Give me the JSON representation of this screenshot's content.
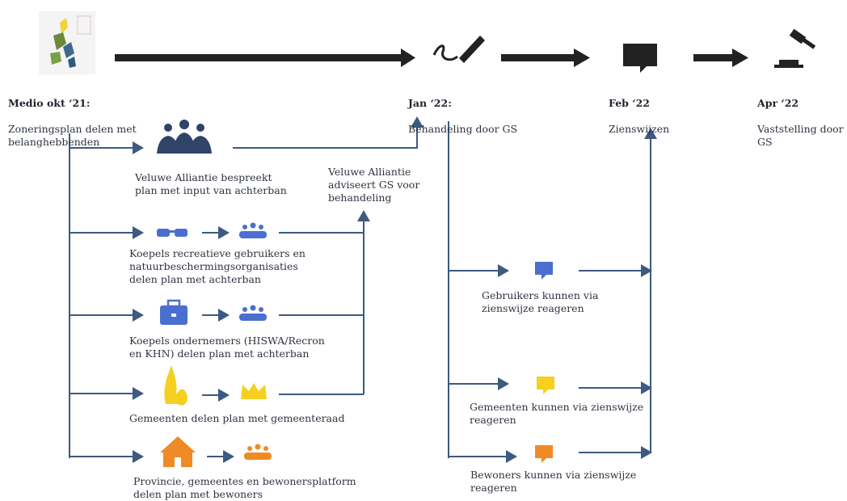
{
  "milestones": [
    {
      "date": "Medio okt ‘21:",
      "text": "Zoneringsplan delen met\nbelanghebbenden"
    },
    {
      "date": "Jan ‘22:",
      "text": "Behandeling door GS"
    },
    {
      "date": "Feb ‘22",
      "text": "Zienswijzen"
    },
    {
      "date": "Apr ‘22",
      "text": "Vaststelling door\nGS"
    }
  ],
  "steps": [
    {
      "text": "Veluwe Alliantie bespreekt\nplan met input van achterban"
    },
    {
      "text": "Koepels recreatieve gebruikers en\nnatuurbeschermingsorganisaties\ndelen plan met achterban"
    },
    {
      "text": "Koepels ondernemers (HISWA/Recron\nen KHN)  delen plan met achterban"
    },
    {
      "text": "Gemeenten delen plan met gemeenteraad"
    },
    {
      "text": "Provincie, gemeentes en bewonersplatform\ndelen plan met bewoners"
    }
  ],
  "advice": {
    "text": "Veluwe Alliantie\nadviseert GS voor\nbehandeling"
  },
  "reactions": [
    {
      "text": "Gebruikers kunnen via\nzienswijze reageren"
    },
    {
      "text": "Gemeenten kunnen via zienswijze\nreageren"
    },
    {
      "text": "Bewoners kunnen via zienswijze\nreageren"
    }
  ],
  "colors": {
    "line": "#3d5a80",
    "arrow_dark": "#222222",
    "blue_icon": "#4a6fd1",
    "navy_icon": "#2f4468",
    "yellow_icon": "#f5d020",
    "orange_icon": "#f08a24"
  },
  "icons": [
    "logo",
    "pen-signature-icon",
    "speech-bubble-icon",
    "gavel-icon",
    "group-icon",
    "glasses-icon",
    "briefcase-icon",
    "hands-icon",
    "crown-icon",
    "house-icon",
    "people-icon",
    "comment-icon"
  ]
}
